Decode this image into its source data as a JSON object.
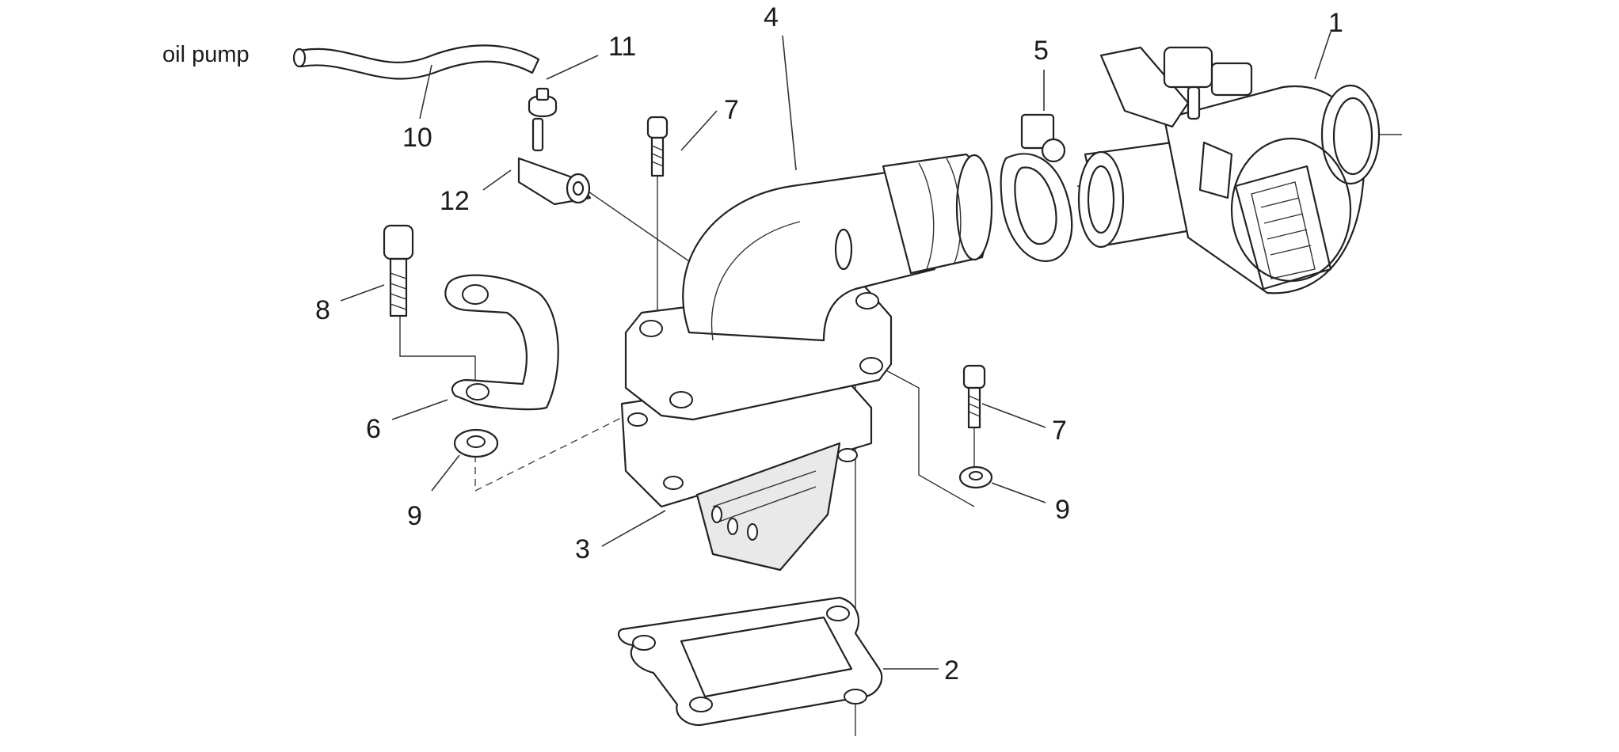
{
  "diagram": {
    "caption_oil_pump": "oil pump",
    "callouts": {
      "c1": "1",
      "c2": "2",
      "c3": "3",
      "c4": "4",
      "c5": "5",
      "c6": "6",
      "c7a": "7",
      "c7b": "7",
      "c8": "8",
      "c9a": "9",
      "c9b": "9",
      "c10": "10",
      "c11": "11",
      "c12": "12"
    }
  }
}
